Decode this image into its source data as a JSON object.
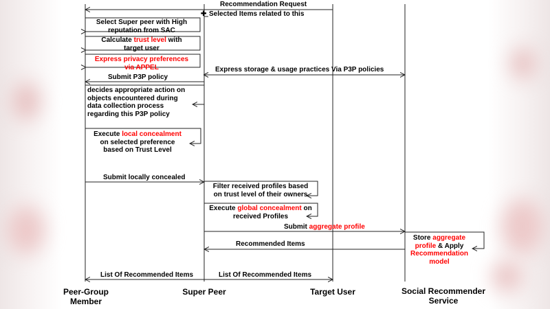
{
  "actors": {
    "peer_group_line1": "Peer-Group",
    "peer_group_line2": "Member",
    "super_peer": "Super Peer",
    "target_user": "Target User",
    "social_line1": "Social Recommender",
    "social_line2": "Service"
  },
  "messages": {
    "recommendation_request": "Recommendation Request",
    "selected_items": "Selected Items related to this",
    "express_storage": "Express  storage & usage practices Via  P3P policies",
    "submit_p3p": "Submit  P3P policy",
    "submit_local": "Submit  locally concealed",
    "submit_aggregate_pre": "Submit ",
    "submit_aggregate_red": "aggregate profile",
    "recommended_items": "Recommended Items",
    "list_left": "List Of Recommended Items",
    "list_right": "List Of Recommended Items"
  },
  "boxes": {
    "select_super_peer_1": "Select Super peer with High",
    "select_super_peer_2": "reputation from SAC",
    "calc_pre": "Calculate ",
    "calc_red": "trust level",
    "calc_post": " with",
    "calc_2": "target user",
    "express_priv_1": "Express privacy preferences",
    "express_priv_2": "via APPEL",
    "decides_1": "decides appropriate action on",
    "decides_2": "objects  encountered  during",
    "decides_3": "data   collection   process",
    "decides_4": "regarding this P3P policy",
    "exec_local_pre": "Execute ",
    "exec_local_red": "local concealment",
    "exec_local_2": "on selected preference",
    "exec_local_3": "based on Trust Level",
    "filter_1": "Filter received profiles based",
    "filter_2": "on trust level of their owners",
    "exec_global_pre": "Execute ",
    "exec_global_red": "global concealment",
    "exec_global_post": " on",
    "exec_global_2": "received Profiles",
    "store_pre": "Store ",
    "store_red1": "aggregate",
    "store_red2": "profile",
    "store_post": " & Apply",
    "store_red3": "Recommendation",
    "store_red4": "model"
  },
  "colors": {
    "line": "#222222",
    "highlight": "#ff0000"
  }
}
